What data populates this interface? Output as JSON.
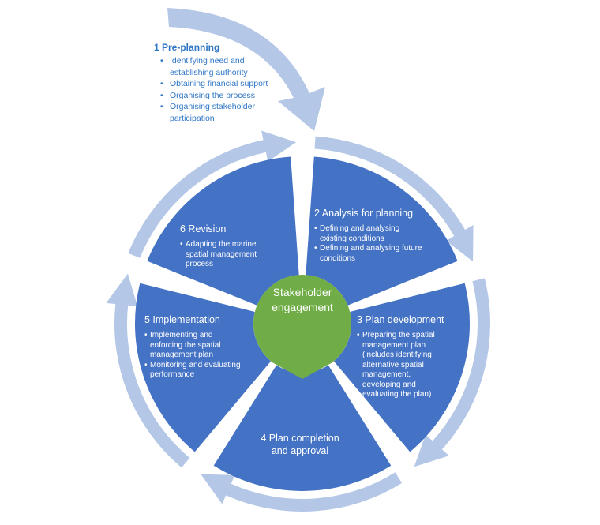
{
  "colors": {
    "segment": "#4472c4",
    "arrow": "#b4c7e7",
    "center": "#70ad47",
    "pre_planning_text": "#2e75c6",
    "segment_text": "#ffffff"
  },
  "pre_planning": {
    "title": "1 Pre-planning",
    "items": [
      "Identifying need and establishing authority",
      "Obtaining financial support",
      "Organising the process",
      "Organising stakeholder participation"
    ]
  },
  "center": {
    "label": "Stakeholder engagement"
  },
  "segments": [
    {
      "title": "2 Analysis for planning",
      "items": [
        "Defining and analysing existing conditions",
        "Defining and analysing future conditions"
      ]
    },
    {
      "title": "3 Plan development",
      "items": [
        "Preparing the spatial management plan (includes identifying alternative spatial management, developing and evaluating the plan)"
      ]
    },
    {
      "title": "4 Plan completion and approval",
      "items": []
    },
    {
      "title": "5 Implementation",
      "items": [
        "Implementing and enforcing the spatial management plan",
        "Monitoring and evaluating performance"
      ]
    },
    {
      "title": "6 Revision",
      "items": [
        "Adapting the marine spatial management process"
      ]
    }
  ]
}
